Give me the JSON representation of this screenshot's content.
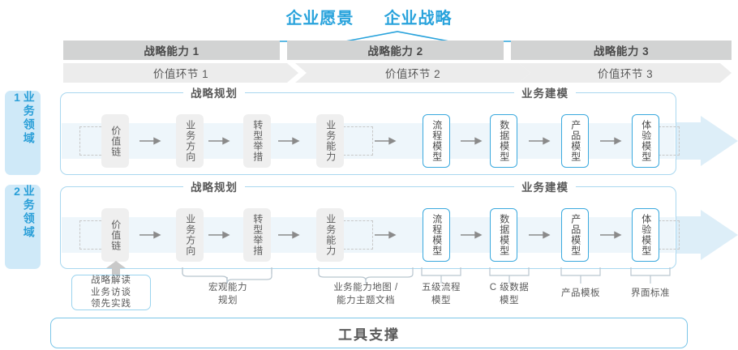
{
  "header": {
    "vision": "企业愿景",
    "strategy": "企业战略"
  },
  "capability_bars": [
    {
      "label": "战略能力 1"
    },
    {
      "label": "战略能力 2"
    },
    {
      "label": "战略能力 3"
    }
  ],
  "value_bars": [
    {
      "label": "价值环节 1"
    },
    {
      "label": "价值环节 2"
    },
    {
      "label": "价值环节 3"
    }
  ],
  "side_tabs": [
    {
      "label": "业务领域 1"
    },
    {
      "label": "业务领域 2"
    }
  ],
  "sections": {
    "planning": "战略规划",
    "modeling": "业务建模"
  },
  "nodes": {
    "planning": [
      {
        "label": "价值链",
        "style": "gray"
      },
      {
        "label": "业务方向",
        "style": "gray"
      },
      {
        "label": "转型举措",
        "style": "gray"
      },
      {
        "label": "业务能力",
        "style": "gray"
      }
    ],
    "modeling": [
      {
        "label": "流程模型",
        "style": "blue"
      },
      {
        "label": "数据模型",
        "style": "blue"
      },
      {
        "label": "产品模型",
        "style": "blue"
      },
      {
        "label": "体验模型",
        "style": "blue"
      }
    ]
  },
  "tool_support": {
    "title": "工具支撑",
    "card": {
      "line1": "战略解读",
      "line2": "业务访谈",
      "line3": "领先实践"
    },
    "labels": [
      {
        "text": "宏观能力\n规划"
      },
      {
        "text": "业务能力地图 /\n能力主题文档"
      },
      {
        "text": "五级流程\n模型"
      },
      {
        "text": "C 级数据\n模型"
      },
      {
        "text": "产品模板"
      },
      {
        "text": "界面标准"
      }
    ]
  },
  "colors": {
    "accent": "#29a3dc",
    "bar_dark": "#d2d3d3",
    "bar_light": "#ececec",
    "tab_bg": "#cfe9f8",
    "band": "#eef6fb"
  }
}
